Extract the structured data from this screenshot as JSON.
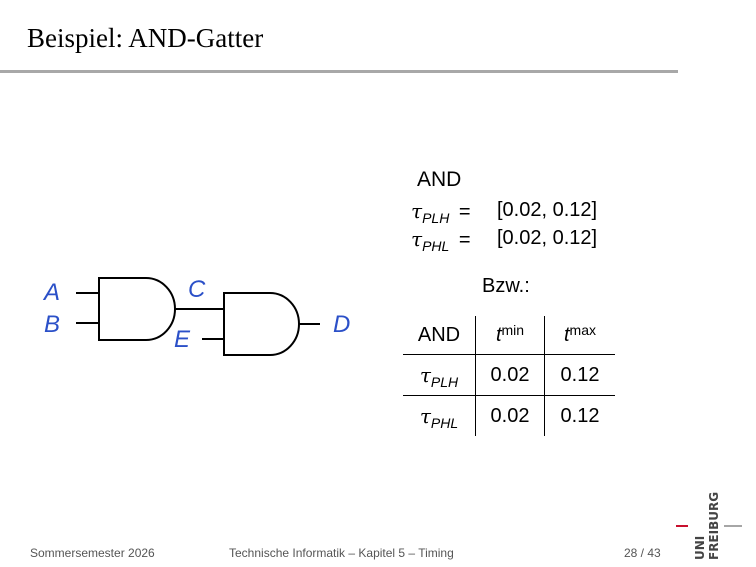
{
  "slide": {
    "title": "Beispiel: AND-Gatter"
  },
  "gate": {
    "heading": "AND",
    "lines": [
      {
        "symbol": "τ",
        "subscript": "PLH",
        "eq": "=",
        "value": "[0.02, 0.12]"
      },
      {
        "symbol": "τ",
        "subscript": "PHL",
        "eq": "=",
        "value": "[0.02, 0.12]"
      }
    ]
  },
  "alt_label": "Bzw.:",
  "table": {
    "header": {
      "first": "AND",
      "t": "t",
      "min": "min",
      "max": "max"
    },
    "rows": [
      {
        "symbol": "τ",
        "subscript": "PLH",
        "min": "0.02",
        "max": "0.12"
      },
      {
        "symbol": "τ",
        "subscript": "PHL",
        "min": "0.02",
        "max": "0.12"
      }
    ]
  },
  "circuit": {
    "signals": {
      "a": "A",
      "b": "B",
      "c": "C",
      "d": "D",
      "e": "E"
    },
    "signal_color": "#2b50c8"
  },
  "footer": {
    "semester": "Sommersemester 2026",
    "course": "Technische Informatik –  Kapitel 5 – Timing",
    "page": "28 / 43"
  },
  "logo": {
    "line1": "UNI",
    "line2": "FREIBURG",
    "accent": "#c8102e"
  }
}
